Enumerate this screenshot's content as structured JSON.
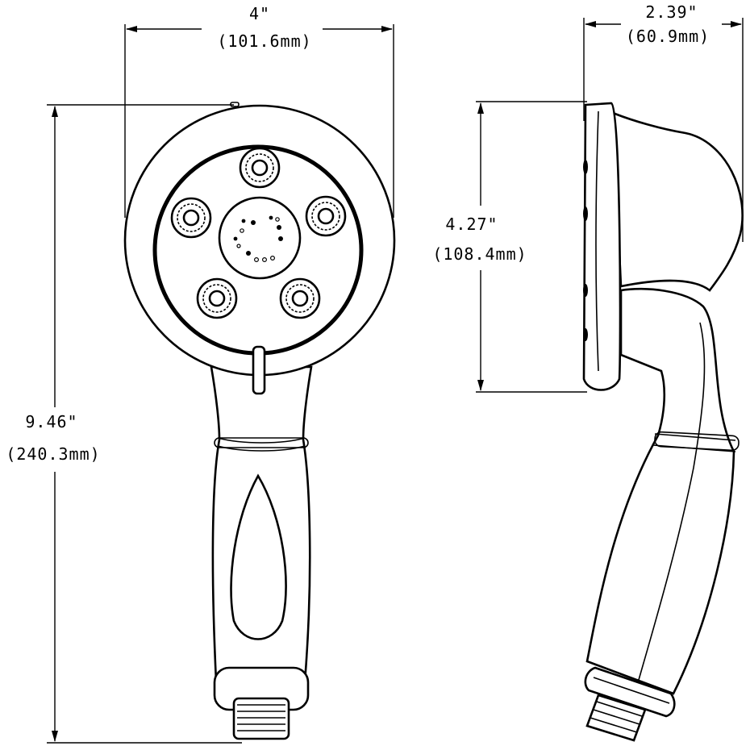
{
  "dimensions": {
    "front_width": {
      "inches": "4\"",
      "mm": "(101.6mm)"
    },
    "side_depth": {
      "inches": "2.39\"",
      "mm": "(60.9mm)"
    },
    "face_height": {
      "inches": "4.27\"",
      "mm": "(108.4mm)"
    },
    "overall_height": {
      "inches": "9.46\"",
      "mm": "(240.3mm)"
    }
  },
  "colors": {
    "line": "#000000",
    "background": "#ffffff"
  }
}
